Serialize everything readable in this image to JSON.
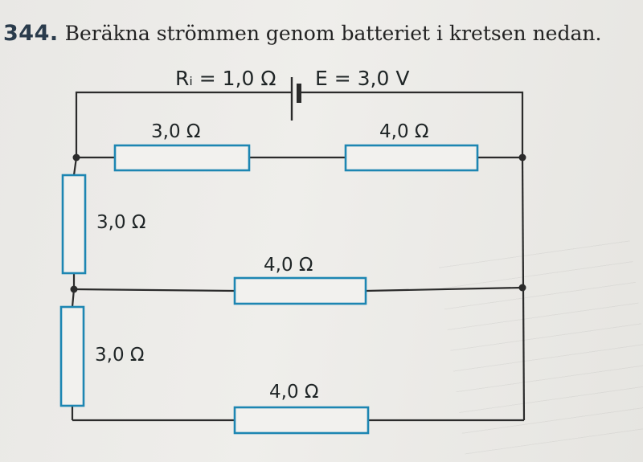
{
  "problem": {
    "number": "344.",
    "text": "Beräkna strömmen genom batteriet i kretsen nedan."
  },
  "battery": {
    "internal_resistance_label": "Rᵢ = 1,0 Ω",
    "emf_label": "E = 3,0 V"
  },
  "resistors": [
    {
      "id": "top-left",
      "label": "3,0 Ω"
    },
    {
      "id": "top-right",
      "label": "4,0 Ω"
    },
    {
      "id": "left-upper",
      "label": "3,0 Ω"
    },
    {
      "id": "middle",
      "label": "4,0 Ω"
    },
    {
      "id": "left-lower",
      "label": "3,0 Ω"
    },
    {
      "id": "bottom",
      "label": "4,0 Ω"
    }
  ],
  "colors": {
    "resistor_stroke": "#1d86b2",
    "wire": "#2b2b2b",
    "title_number": "#2a3b4c"
  }
}
